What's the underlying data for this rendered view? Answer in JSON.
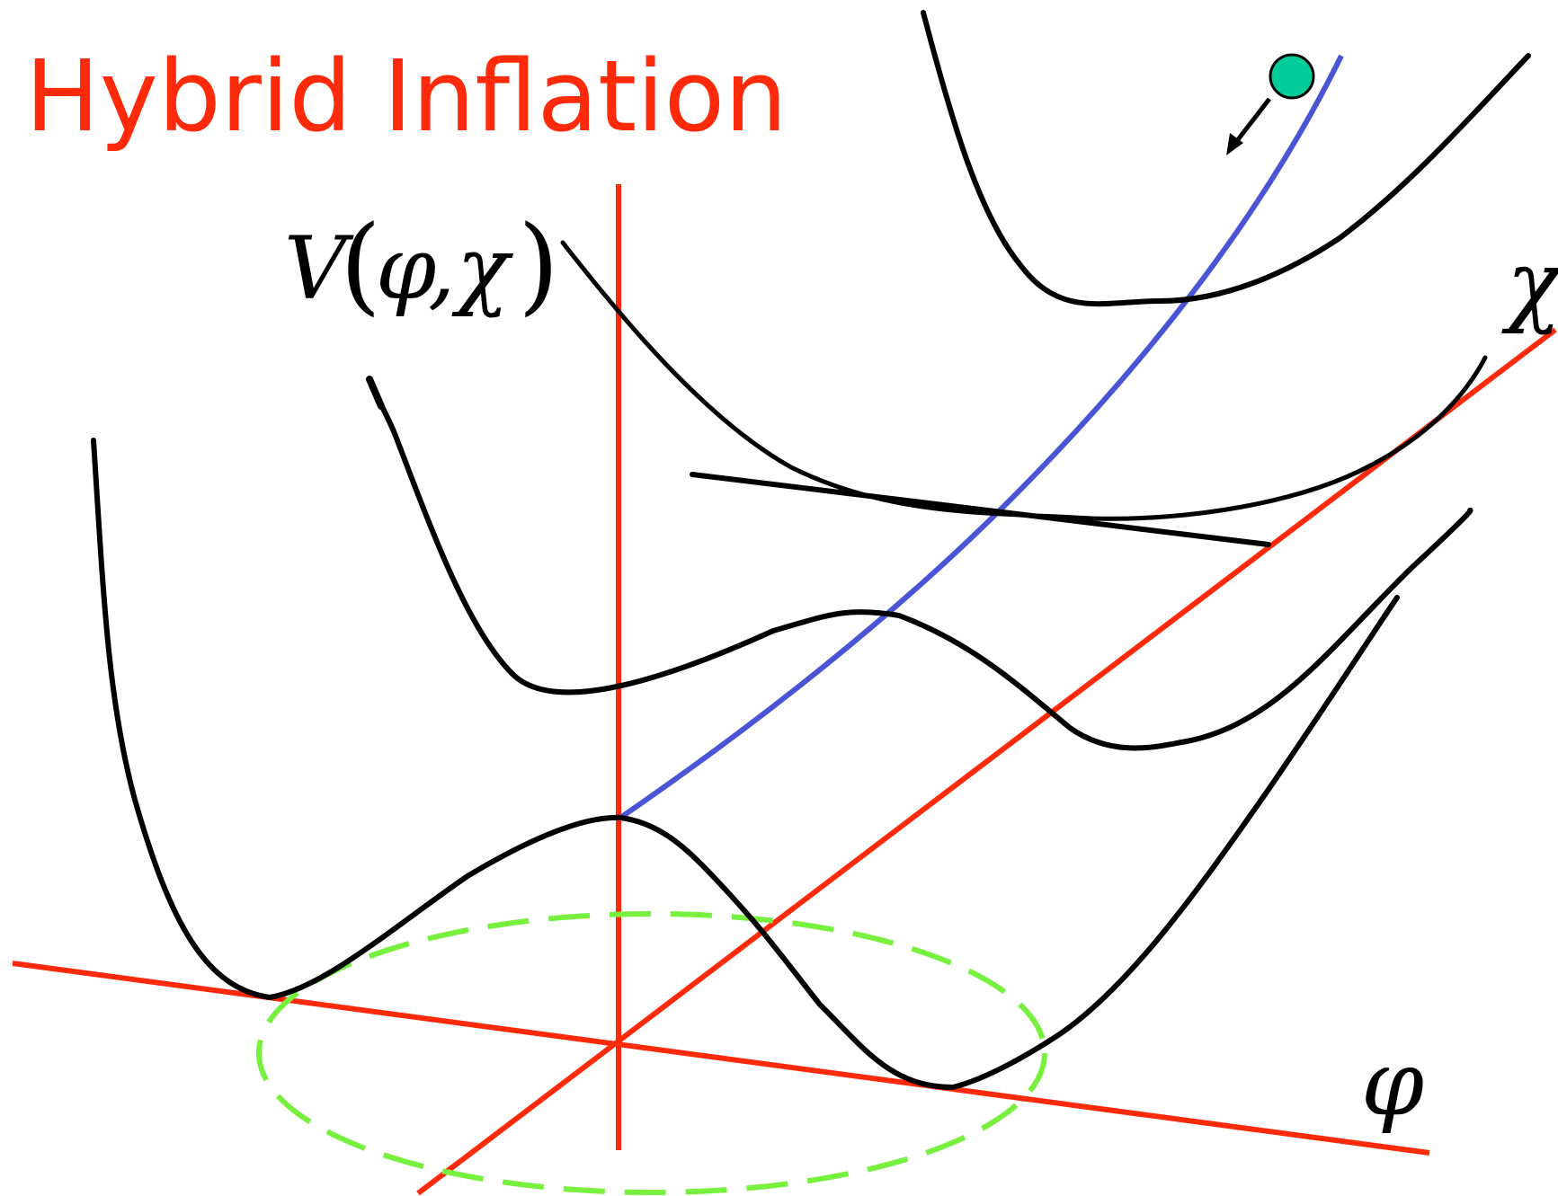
{
  "title": "Hybrid Inflation",
  "potential_label": {
    "V": "V",
    "open_paren": "(",
    "phi": "φ",
    "comma": ",",
    "chi": "χ",
    "close_paren": ")"
  },
  "axis_labels": {
    "chi": "χ",
    "phi": "φ"
  },
  "colors": {
    "title": "#ff2a0a",
    "axes": "#ff2a0a",
    "curves": "#000000",
    "valley_path": "#4a55d6",
    "vacuum_ring": "#77f03e",
    "field_ball": "#00cc99"
  },
  "icons": {
    "field_ball": "green-ball-icon",
    "roll_direction": "arrow-down-left-icon"
  }
}
